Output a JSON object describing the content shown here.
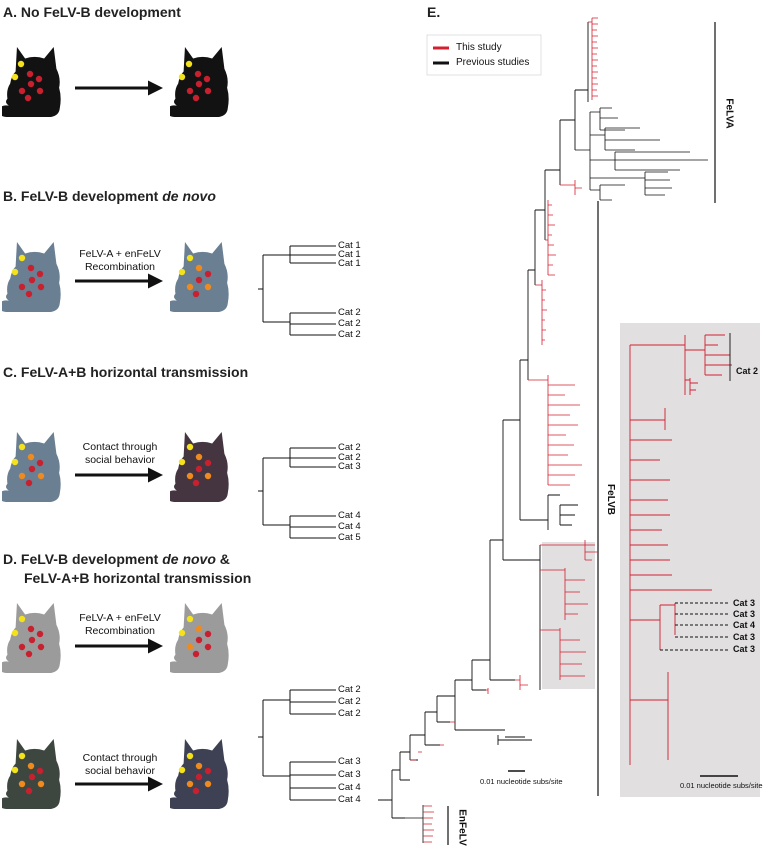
{
  "panels": {
    "a": {
      "letter": "A.",
      "title": "No FeLV-B development"
    },
    "b": {
      "letter": "B.",
      "title": "FeLV-B development",
      "title_italic": "de novo",
      "arrow_line1": "FeLV-A + enFeLV",
      "arrow_line2": "Recombination",
      "leaves": [
        "Cat 1",
        "Cat 1",
        "Cat 1",
        "Cat 2",
        "Cat 2",
        "Cat 2"
      ]
    },
    "c": {
      "letter": "C.",
      "title": "FeLV-A+B horizontal transmission",
      "arrow_line1": "Contact through",
      "arrow_line2": "social behavior",
      "leaves": [
        "Cat 2",
        "Cat 2",
        "Cat 3",
        "Cat 4",
        "Cat 4",
        "Cat 5"
      ]
    },
    "d": {
      "letter": "D.",
      "title": "FeLV-B development",
      "title_italic": "de novo",
      "title_suffix": "&",
      "title_line2": "FeLV-A+B horizontal transmission",
      "arrow1_line1": "FeLV-A + enFeLV",
      "arrow1_line2": "Recombination",
      "arrow2_line1": "Contact through",
      "arrow2_line2": "social behavior",
      "leaves": [
        "Cat 2",
        "Cat 2",
        "Cat 2",
        "Cat 3",
        "Cat 3",
        "Cat 4",
        "Cat 4"
      ]
    },
    "e": {
      "letter": "E.",
      "legend": [
        {
          "label": "This study",
          "color": "#d2202f"
        },
        {
          "label": "Previous studies",
          "color": "#111111"
        }
      ],
      "clades": [
        "FeLVA",
        "FeLVB",
        "EnFeLV"
      ],
      "inset_labels": [
        "Cat 2",
        "Cat 3",
        "Cat 3",
        "Cat 4",
        "Cat 3",
        "Cat 3"
      ],
      "scale_main": "0.01 nucleotide subs/site",
      "scale_inset": "0.01 nucleotide subs/site"
    }
  },
  "colors": {
    "this_study": "#d2202f",
    "previous": "#111111",
    "viral_red": "#c8202f",
    "viral_yellow": "#f4e21c",
    "viral_orange": "#ef8a1f",
    "cat_black": "#121212",
    "cat_blue": "#6a7f92",
    "cat_purple": "#443540",
    "cat_lightgray": "#9b9b9b",
    "cat_darkgreen": "#3d4740",
    "cat_slate": "#3e4153",
    "inset_bg": "#e1dfe0"
  }
}
